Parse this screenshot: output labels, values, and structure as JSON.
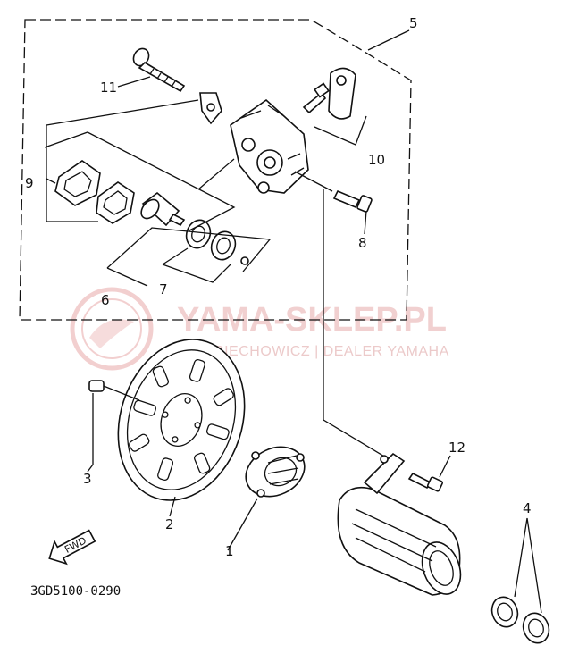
{
  "watermark": {
    "brand": "YAMA-SKLEP.PL",
    "dealer": "WOJCIECHOWICZ | DEALER YAMAHA"
  },
  "callouts": [
    "1",
    "2",
    "3",
    "4",
    "5",
    "6",
    "7",
    "8",
    "9",
    "10",
    "11",
    "12"
  ],
  "fwd_label": "FWD",
  "diagram_code": "3GD5100-0290"
}
